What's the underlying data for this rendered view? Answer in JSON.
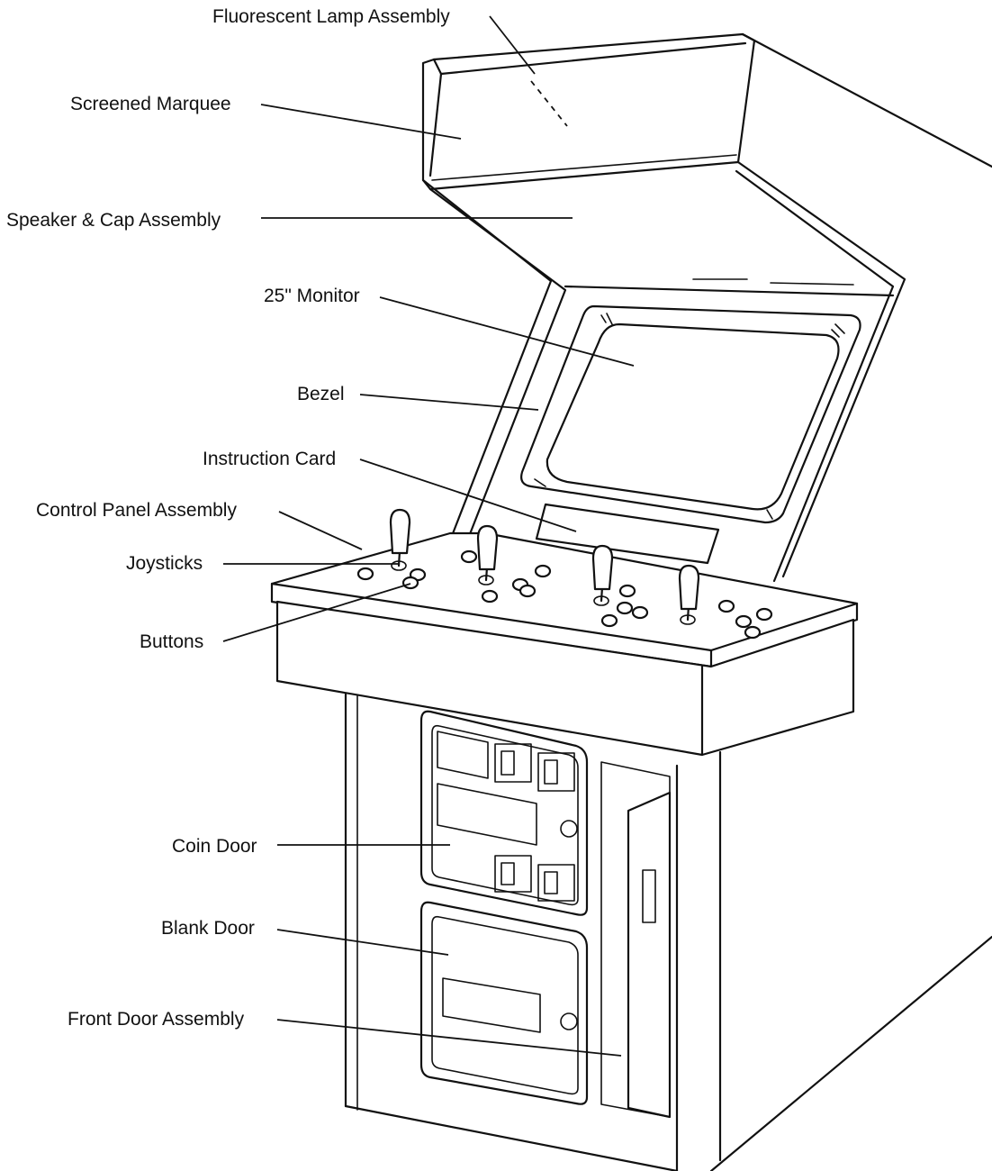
{
  "labels": {
    "fluorescent_lamp": "Fluorescent Lamp Assembly",
    "screened_marquee": "Screened Marquee",
    "speaker_cap": "Speaker & Cap Assembly",
    "monitor": "25\" Monitor",
    "bezel": "Bezel",
    "instruction_card": "Instruction Card",
    "control_panel": "Control Panel Assembly",
    "joysticks": "Joysticks",
    "buttons": "Buttons",
    "coin_door": "Coin Door",
    "blank_door": "Blank Door",
    "front_door": "Front Door Assembly"
  }
}
